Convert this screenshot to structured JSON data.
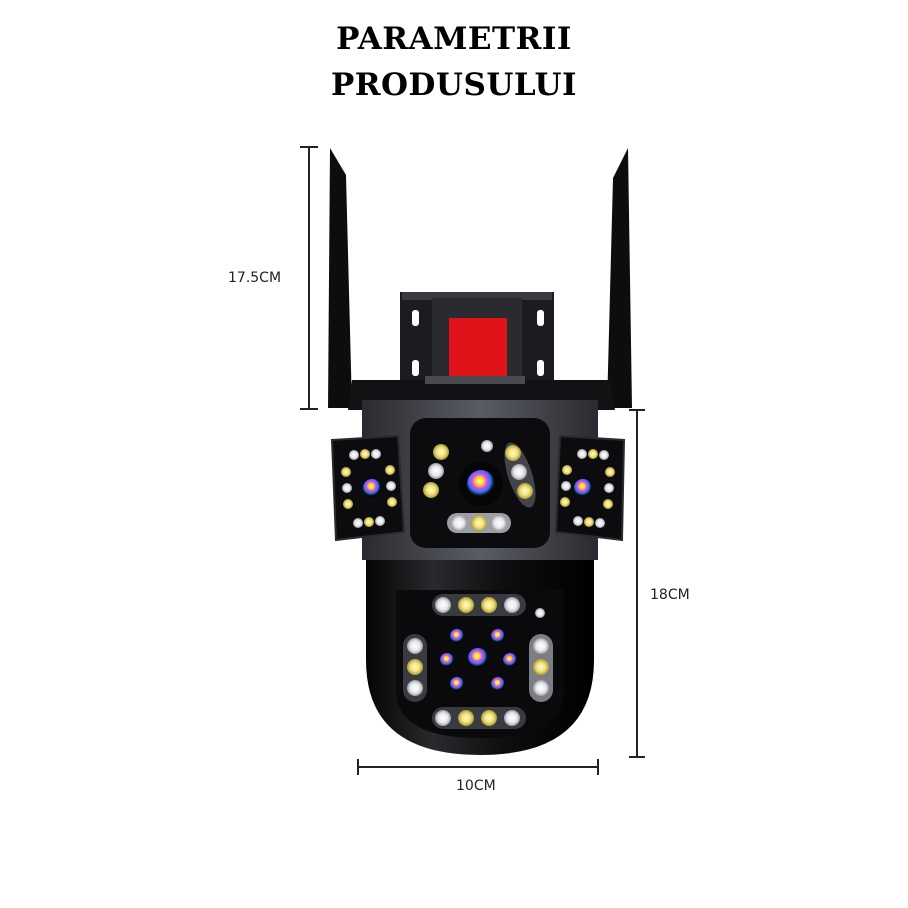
{
  "title": {
    "line1": "PARAMETRII",
    "line2": "PRODUSULUI"
  },
  "product": {
    "name": "dual-lens outdoor PTZ security camera with antennas",
    "colors": {
      "body": "#1a1a1e",
      "body_band": "#4a4c54",
      "sd_cover": "#e0121a",
      "led_white": "#e8eaee",
      "led_yellow": "#f3e27a"
    }
  },
  "dimensions": {
    "antenna_height": {
      "label": "17.5CM",
      "value": 17.5,
      "unit": "CM"
    },
    "body_height": {
      "label": "18CM",
      "value": 18,
      "unit": "CM"
    },
    "body_width": {
      "label": "10CM",
      "value": 10,
      "unit": "CM"
    }
  }
}
